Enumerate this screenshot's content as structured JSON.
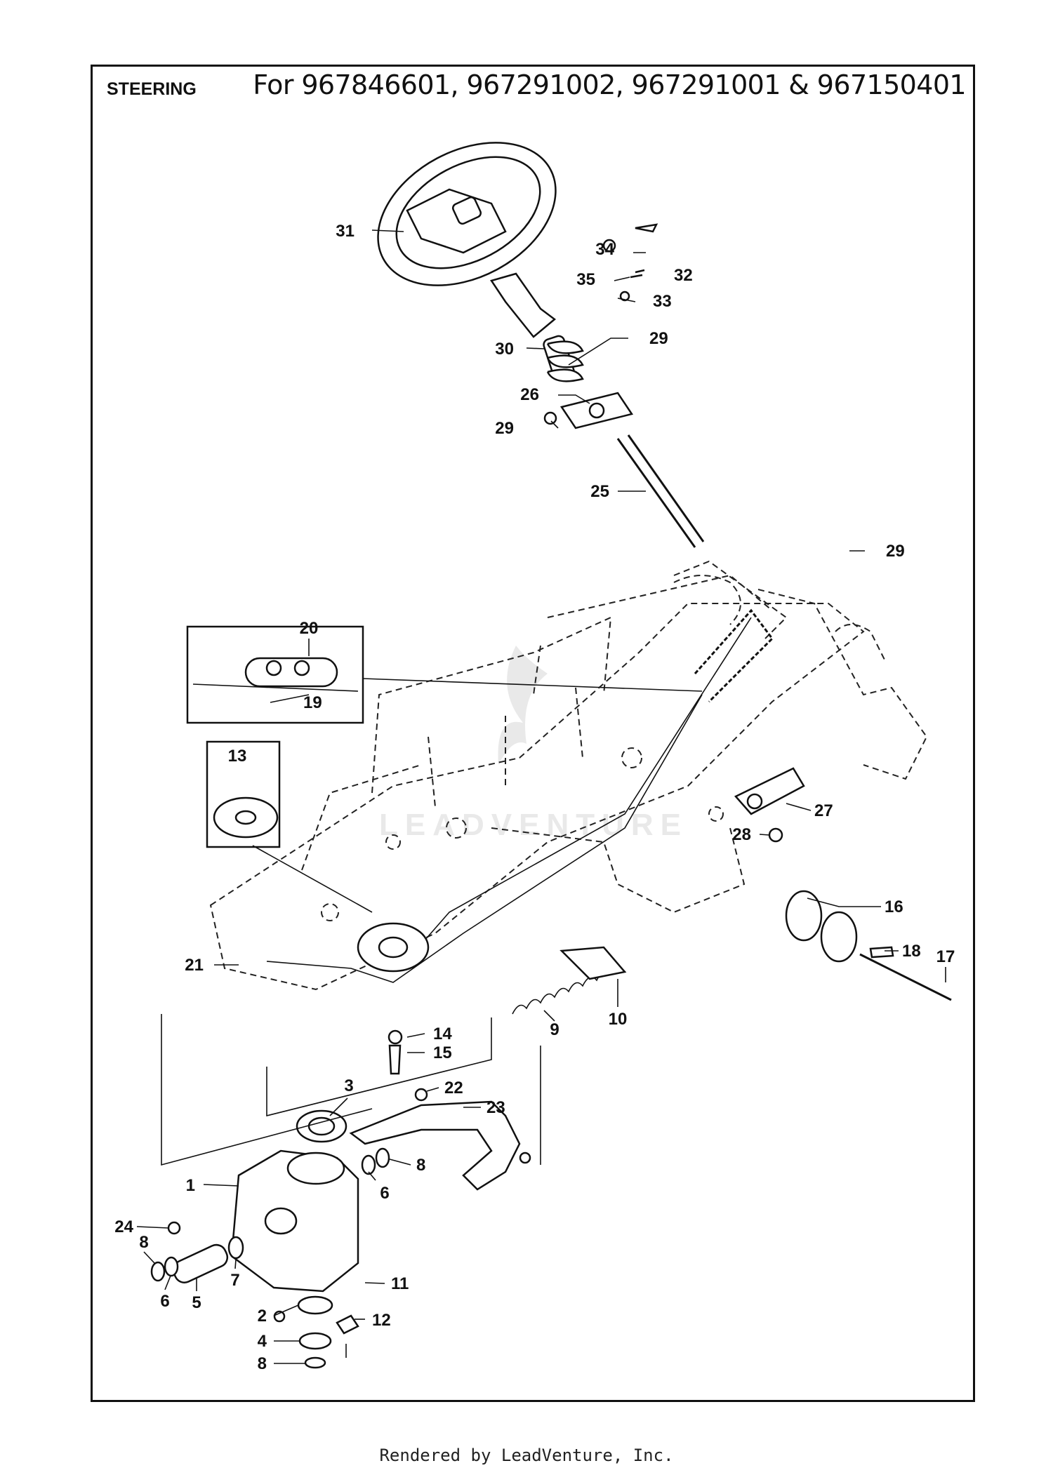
{
  "header": {
    "section": "STEERING",
    "models": "For 967846601, 967291002, 967291001 & 967150401"
  },
  "footer": {
    "text": "Rendered by LeadVenture, Inc."
  },
  "watermark": {
    "text": "LEADVENTURE",
    "color": "#e9e9e9"
  },
  "callouts": [
    {
      "id": "31",
      "text": "31"
    },
    {
      "id": "34",
      "text": "34"
    },
    {
      "id": "35",
      "text": "35"
    },
    {
      "id": "32",
      "text": "32"
    },
    {
      "id": "33",
      "text": "33"
    },
    {
      "id": "30",
      "text": "30"
    },
    {
      "id": "29a",
      "text": "29"
    },
    {
      "id": "26",
      "text": "26"
    },
    {
      "id": "29b",
      "text": "29"
    },
    {
      "id": "25",
      "text": "25"
    },
    {
      "id": "29c",
      "text": "29"
    },
    {
      "id": "20",
      "text": "20"
    },
    {
      "id": "19",
      "text": "19"
    },
    {
      "id": "13",
      "text": "13"
    },
    {
      "id": "27",
      "text": "27"
    },
    {
      "id": "28",
      "text": "28"
    },
    {
      "id": "16",
      "text": "16"
    },
    {
      "id": "18",
      "text": "18"
    },
    {
      "id": "17",
      "text": "17"
    },
    {
      "id": "21",
      "text": "21"
    },
    {
      "id": "10",
      "text": "10"
    },
    {
      "id": "9",
      "text": "9"
    },
    {
      "id": "14",
      "text": "14"
    },
    {
      "id": "15",
      "text": "15"
    },
    {
      "id": "3",
      "text": "3"
    },
    {
      "id": "22",
      "text": "22"
    },
    {
      "id": "23",
      "text": "23"
    },
    {
      "id": "8a",
      "text": "8"
    },
    {
      "id": "6a",
      "text": "6"
    },
    {
      "id": "1",
      "text": "1"
    },
    {
      "id": "24",
      "text": "24"
    },
    {
      "id": "8b",
      "text": "8"
    },
    {
      "id": "7",
      "text": "7"
    },
    {
      "id": "6b",
      "text": "6"
    },
    {
      "id": "5",
      "text": "5"
    },
    {
      "id": "11",
      "text": "11"
    },
    {
      "id": "2",
      "text": "2"
    },
    {
      "id": "12",
      "text": "12"
    },
    {
      "id": "4",
      "text": "4"
    },
    {
      "id": "8c",
      "text": "8"
    }
  ]
}
